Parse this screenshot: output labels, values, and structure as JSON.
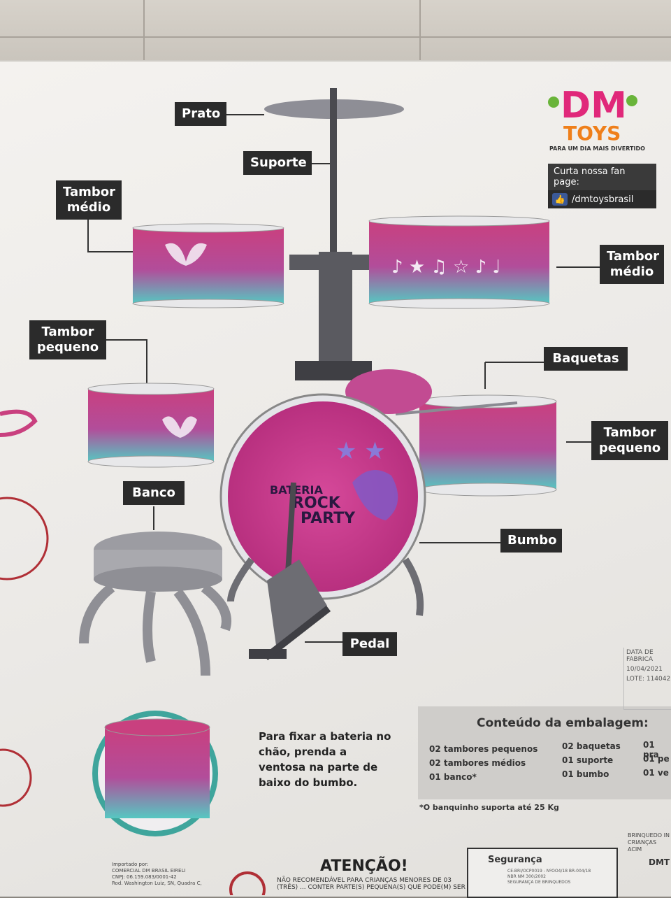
{
  "labels": {
    "prato": "Prato",
    "suporte": "Suporte",
    "tambor_medio_left": "Tambor médio",
    "tambor_medio_right": "Tambor médio",
    "tambor_pequeno_left": "Tambor pequeno",
    "tambor_pequeno_right": "Tambor pequeno",
    "baquetas": "Baquetas",
    "banco": "Banco",
    "bumbo": "Bumbo",
    "pedal": "Pedal"
  },
  "drum_head_text": {
    "line1": "BATERIA",
    "line2": "ROCK",
    "line3": "PARTY"
  },
  "brand": {
    "logo_top": "DM",
    "logo_bottom": "TOYS",
    "tagline": "PARA UM DIA MAIS DIVERTIDO",
    "fan_title": "Curta nossa fan page:",
    "fan_handle": "/dmtoysbrasil"
  },
  "instruction": "Para fixar a bateria no chão, prenda a ventosa na parte de baixo do bumbo.",
  "contents": {
    "title": "Conteúdo da embalagem:",
    "col1": [
      "02 tambores pequenos",
      "02 tambores médios",
      "01 banco*"
    ],
    "col2": [
      "02 baquetas",
      "01 suporte",
      "01 bumbo"
    ],
    "col3": [
      "01 pra",
      "01 pe",
      "01 ve"
    ],
    "note": "*O banquinho suporta até 25 Kg"
  },
  "fabrication": {
    "label": "DATA DE FABRICA",
    "date": "10/04/2021",
    "lote": "LOTE: 114042"
  },
  "warning": {
    "title": "ATENÇÃO!",
    "text": "NÃO RECOMENDÁVEL PARA CRIANÇAS MENORES DE 03 (TRÊS) ... CONTER PARTE(S) PEQUENA(S) QUE PODE(M) SER"
  },
  "importer": {
    "line1": "Importado por:",
    "line2": "COMERCIAL DM BRASIL EIRELI",
    "line3": "CNPJ: 06.159.083/0001-42",
    "line4": "Rod. Washington Luiz, SN, Quadra C,"
  },
  "safety": {
    "title": "Segurança",
    "line1": "CE-BRI/OCP0019 - NºOO4/18 BR-004/18",
    "line2": "NBR NM 300/2002",
    "line3": "SEGURANÇA DE BRINQUEDOS"
  },
  "side_text": {
    "brinq1": "BRINQUEDO IN",
    "brinq2": "CRIANÇAS ACIM",
    "code": "DMT"
  },
  "colors": {
    "drum_pink": "#c9407f",
    "drum_teal": "#56c7c1",
    "stand_gray": "#4a4a4f",
    "label_bg": "#2b2b2b"
  }
}
